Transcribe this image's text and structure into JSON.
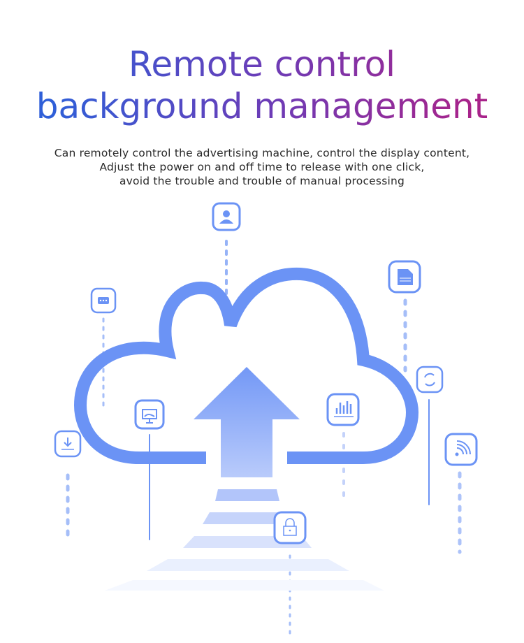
{
  "header": {
    "title_line1": "Remote control",
    "title_line2": "background management",
    "description": [
      "Can remotely control the advertising machine, control the display content,",
      "Adjust the power on and off time to release with one click,",
      "avoid the trouble and trouble of manual processing"
    ]
  },
  "colors": {
    "accent": "#6b93f5",
    "title_start": "#2f5fd8",
    "title_end": "#a8238a"
  },
  "icons": [
    "user-icon",
    "chat-icon",
    "document-icon",
    "refresh-icon",
    "presentation-icon",
    "bar-chart-icon",
    "download-icon",
    "wifi-icon",
    "lock-icon",
    "cloud-upload-icon"
  ]
}
